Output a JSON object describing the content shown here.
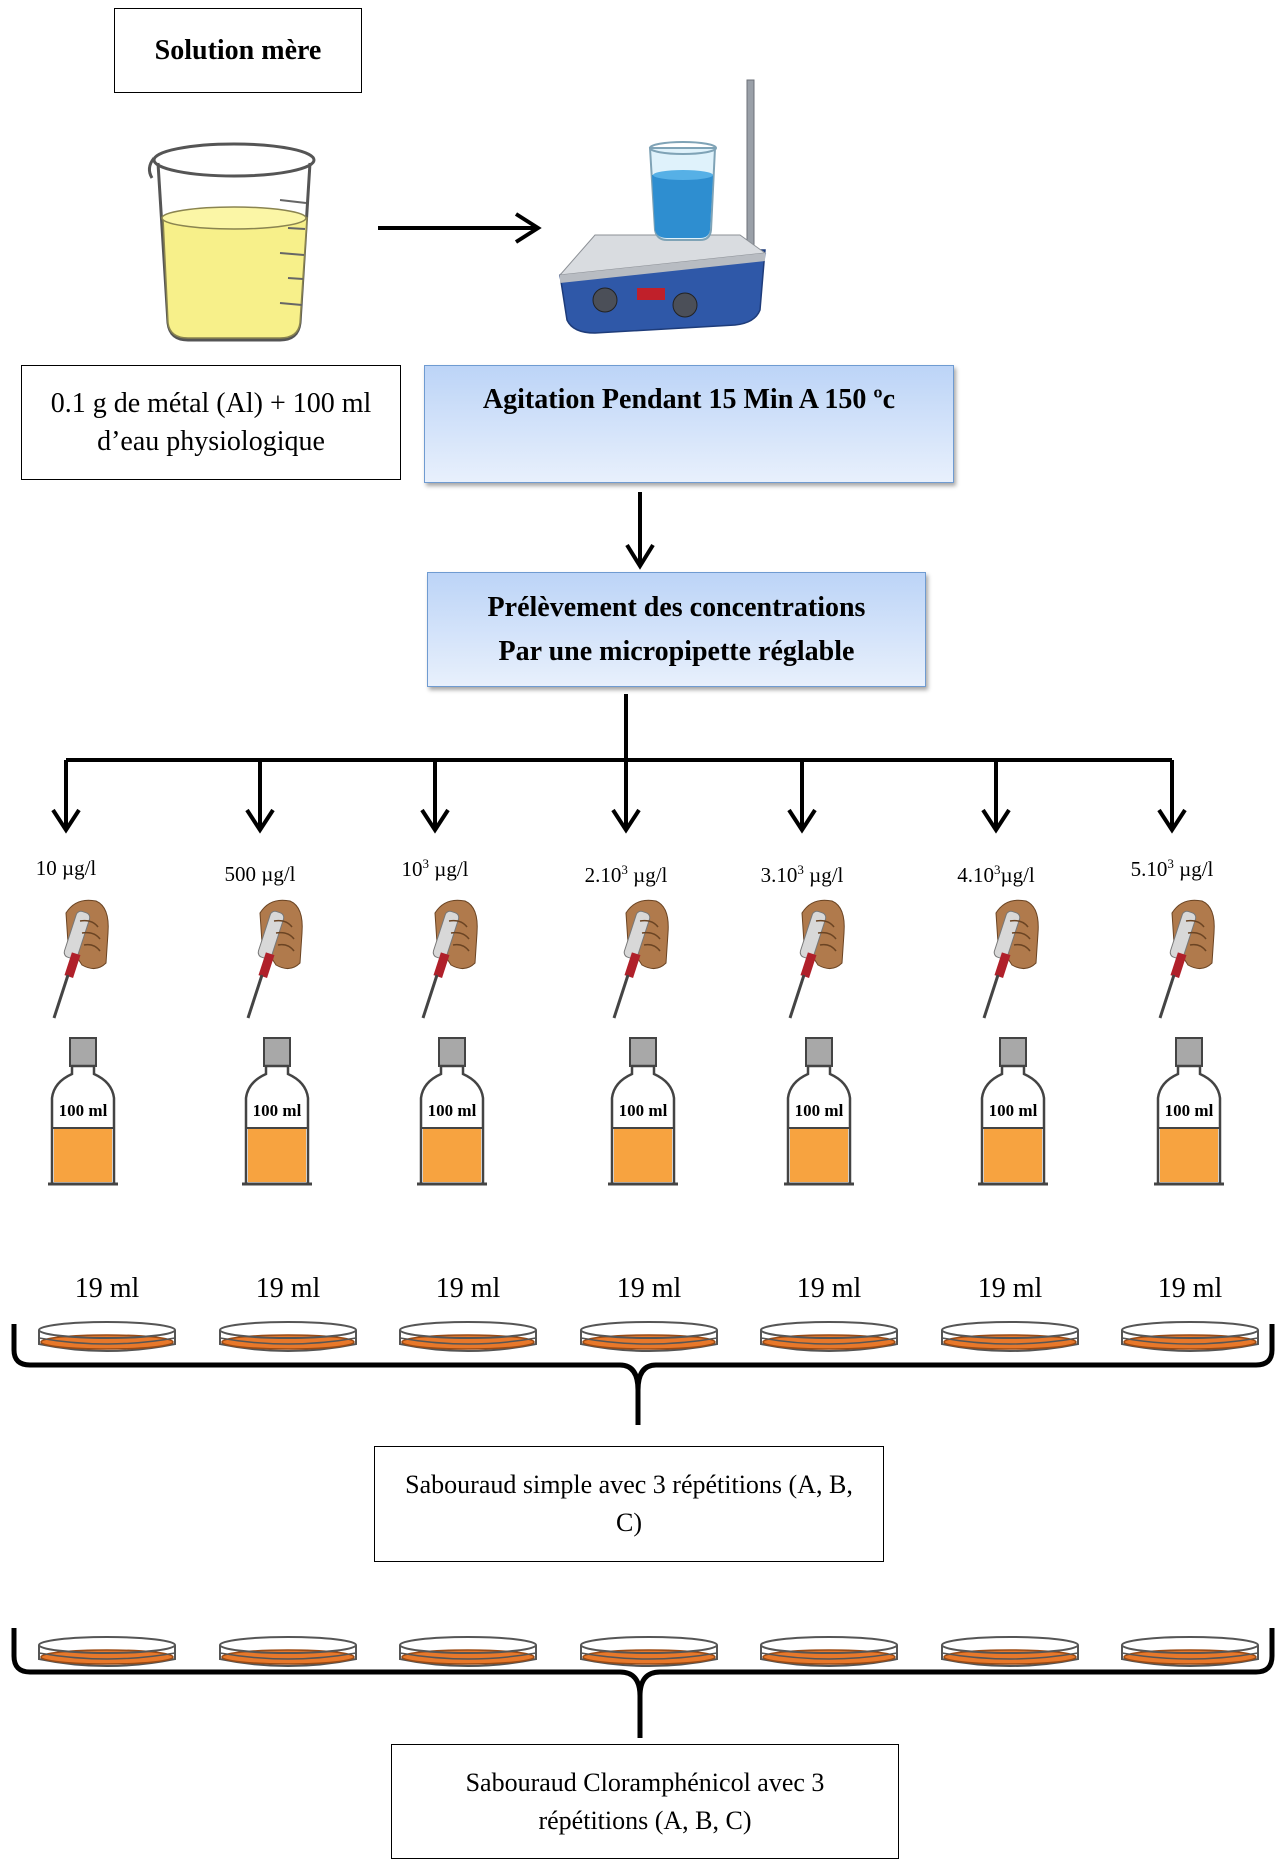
{
  "stock_title": "Solution mère",
  "stock_desc": "0.1 g de métal (Al) + 100 ml d’eau physiologique",
  "step_agitation": "Agitation Pendant 15 Min A 150 ºc",
  "step_sampling": [
    "Prélèvement des concentrations",
    "Par une micropipette réglable"
  ],
  "concentrations": [
    {
      "base": "10 µg/l",
      "sup": "",
      "unit": ""
    },
    {
      "base": "500 µg/l",
      "sup": "",
      "unit": ""
    },
    {
      "base": "10",
      "sup": "3",
      "unit": " µg/l"
    },
    {
      "base": "2.10",
      "sup": "3",
      "unit": " µg/l"
    },
    {
      "base": "3.10",
      "sup": "3",
      "unit": " µg/l"
    },
    {
      "base": "4.10",
      "sup": "3",
      "unit": "µg/l"
    },
    {
      "base": "5.10",
      "sup": "3",
      "unit": " µg/l"
    }
  ],
  "bottle_label": "100 ml",
  "dish_volume": "19 ml",
  "group1_label": "Sabouraud simple avec 3 répétitions (A, B, C)",
  "group2_label": "Sabouraud Cloramphénicol avec 3 répétitions (A, B, C)",
  "colors": {
    "stock_liquid": "#f7f08a",
    "bottle_liquid": "#f7a340",
    "agar": "#e8782a",
    "box_border": "#6f9bd1",
    "box_fill": "#c8dcf8"
  }
}
